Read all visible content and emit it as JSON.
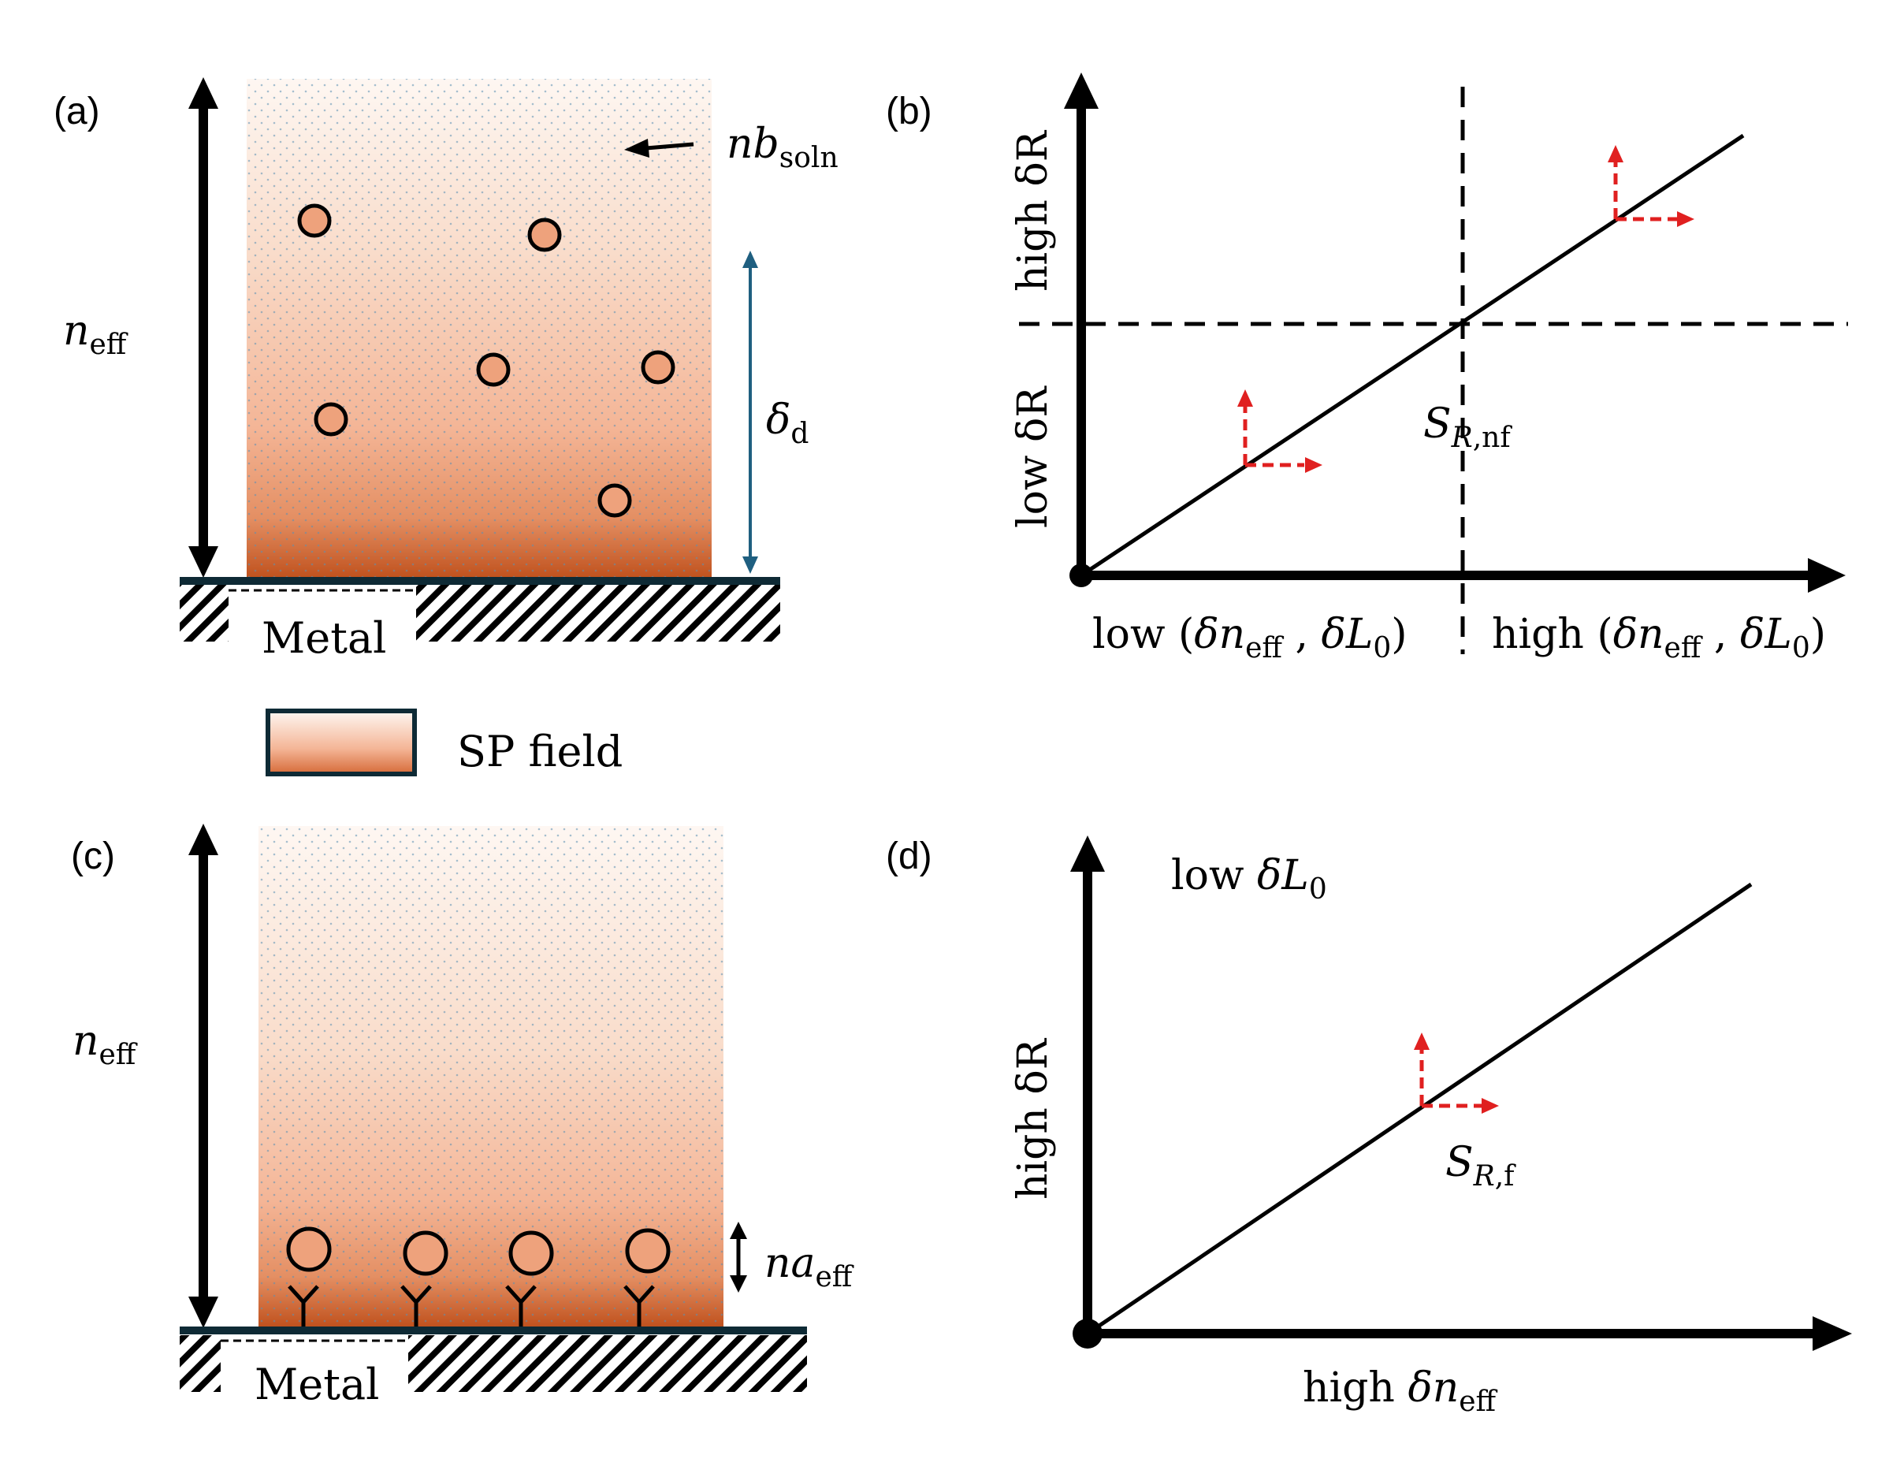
{
  "colors": {
    "ink": "#000000",
    "metal_line": "#0e2a35",
    "field_top": "#fdf3ec",
    "field_mid": "#f4b596",
    "field_bottom": "#c0521e",
    "particle_fill": "#eea27c",
    "decay_arrow": "#1f5f80",
    "trend_arrow": "#e02020",
    "dots": "#5b8fb3"
  },
  "panel_a": {
    "label": "(a)",
    "n_main": "n",
    "n_sub": "eff",
    "nb_main": "nb",
    "nb_sub": "soln",
    "delta_main": "δ",
    "delta_sub": "d",
    "metal": "Metal"
  },
  "legend": {
    "label": "SP field"
  },
  "panel_b": {
    "label": "(b)",
    "y_high": "high δR",
    "y_low": "low δR",
    "x_low_prefix": "low (",
    "x_high_prefix": "high (",
    "x_dn_main": "δn",
    "x_dn_sub": "eff",
    "x_comma": " , ",
    "x_dl_main": "δL",
    "x_dl_sub": "0",
    "x_close": ")",
    "s_main": "S",
    "s_sub_italic": "R",
    "s_sub_rest": ",nf"
  },
  "panel_c": {
    "label": "(c)",
    "n_main": "n",
    "n_sub": "eff",
    "na_main": "na",
    "na_sub": "eff",
    "metal": "Metal"
  },
  "panel_d": {
    "label": "(d)",
    "top_prefix": "low ",
    "top_main": "δL",
    "top_sub": "0",
    "y_label": "high δR",
    "x_prefix": "high ",
    "x_main": "δn",
    "x_sub": "eff",
    "s_main": "S",
    "s_sub_italic": "R",
    "s_sub_rest": ",f"
  }
}
